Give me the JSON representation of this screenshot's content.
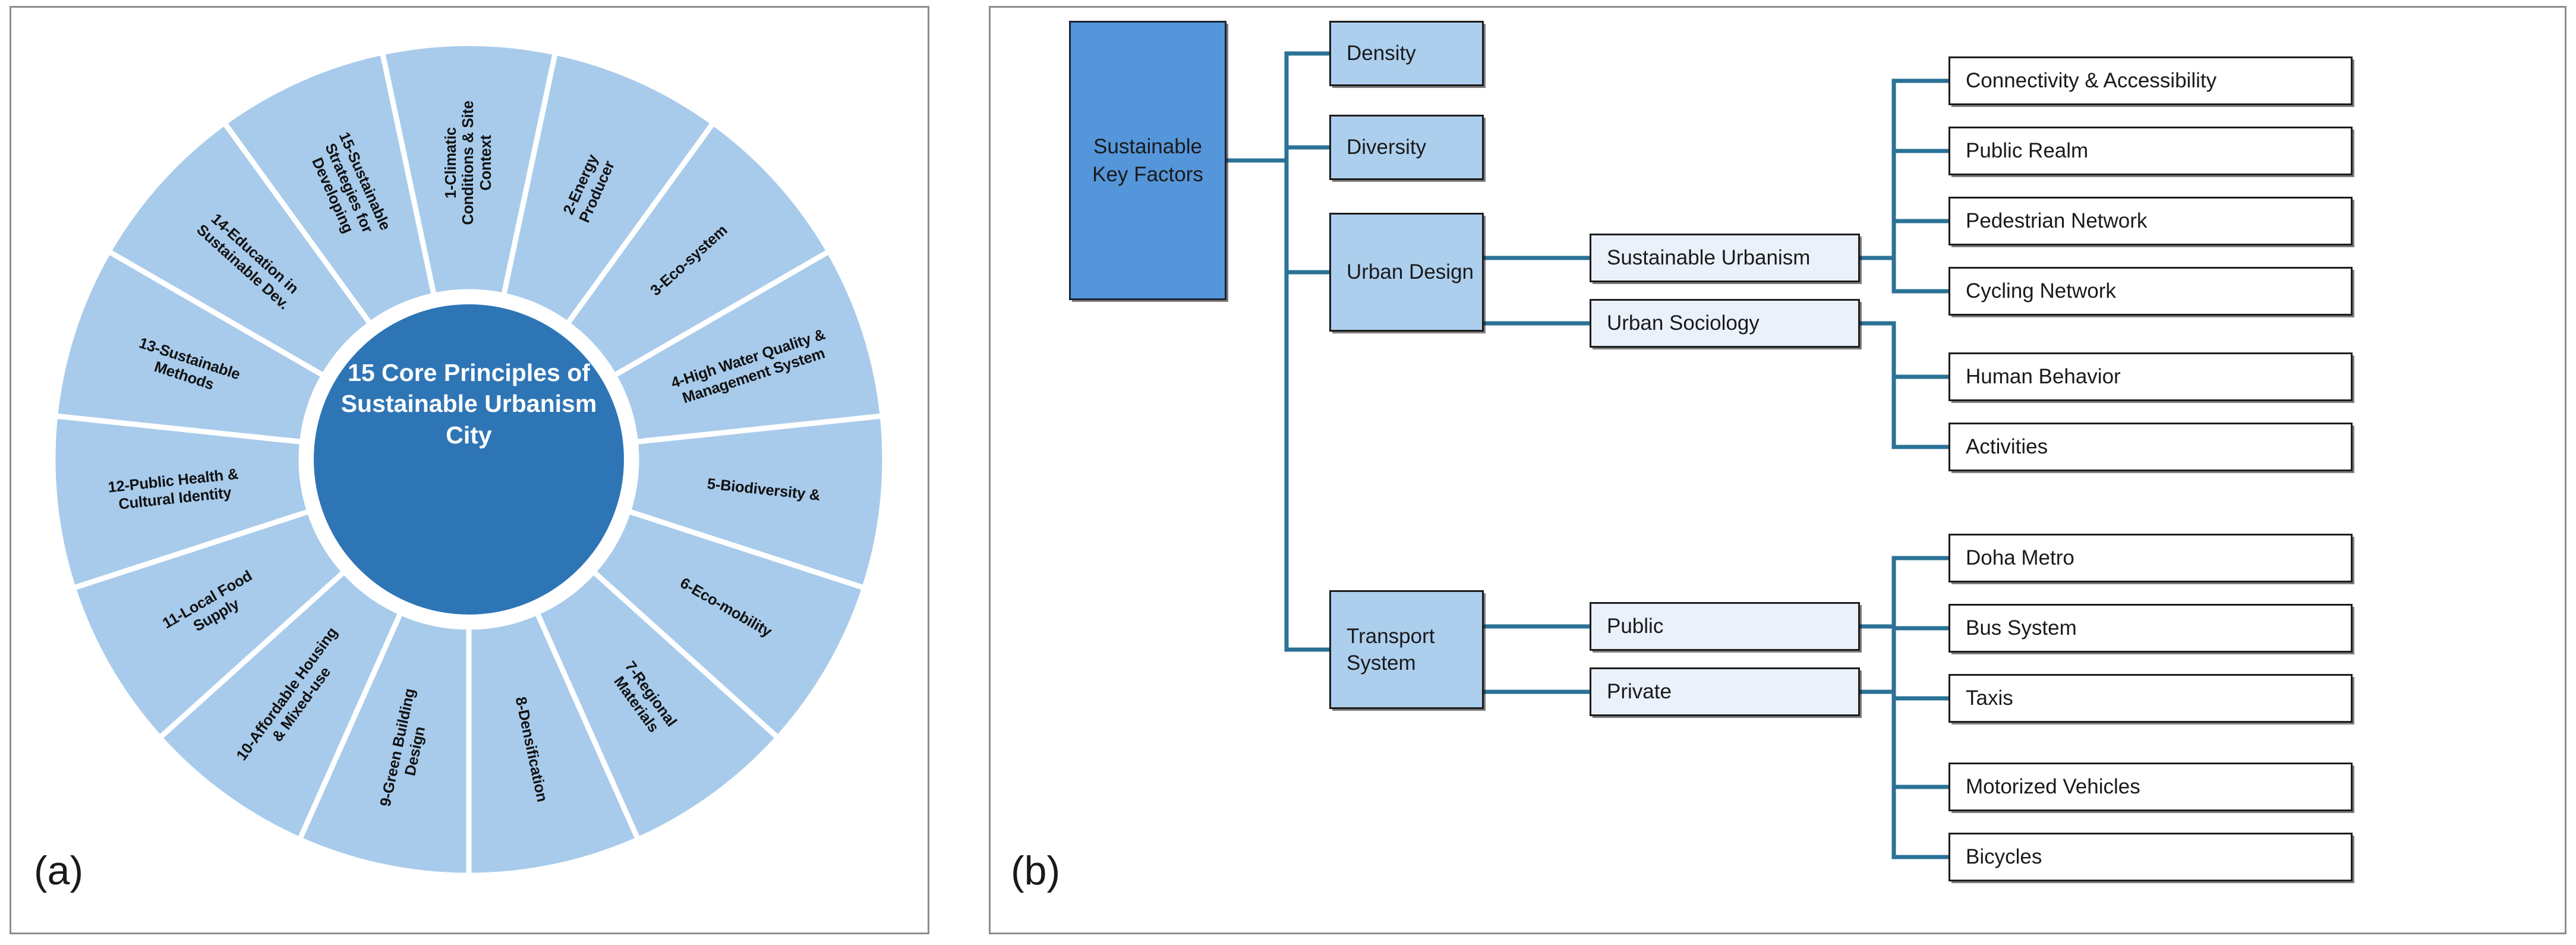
{
  "panels": {
    "a": {
      "label": "(a)"
    },
    "b": {
      "label": "(b)"
    }
  },
  "wheel": {
    "hub_title": "15 Core Principles of\nSustainable Urbanism\nCity",
    "hub_color": "#2e75b6",
    "segment_color": "#a8cbeb",
    "segments": [
      {
        "id": 1,
        "label": "1-Climatic\nConditions & Site\nContext"
      },
      {
        "id": 2,
        "label": "2-Energy\nProducer"
      },
      {
        "id": 3,
        "label": "3-Eco-system"
      },
      {
        "id": 4,
        "label": "4-High Water Quality &\nManagement System"
      },
      {
        "id": 5,
        "label": "5-Biodiversity &"
      },
      {
        "id": 6,
        "label": "6-Eco-mobility"
      },
      {
        "id": 7,
        "label": "7-Regional\nMaterials"
      },
      {
        "id": 8,
        "label": "8-Densification"
      },
      {
        "id": 9,
        "label": "9-Green Building\nDesign"
      },
      {
        "id": 10,
        "label": "10-Affordable Housing\n& Mixed-use"
      },
      {
        "id": 11,
        "label": "11-Local Food\nSupply"
      },
      {
        "id": 12,
        "label": "12-Public Health &\nCultural Identity"
      },
      {
        "id": 13,
        "label": "13-Sustainable\nMethods"
      },
      {
        "id": 14,
        "label": "14-Education in\nSustainable Dev."
      },
      {
        "id": 15,
        "label": "15-Sustainable\nStrategies for\nDeveloping"
      }
    ]
  },
  "tree": {
    "connector_color": "#2b7296",
    "root": {
      "label": "Sustainable\nKey Factors",
      "color": "#5596da"
    },
    "level1": [
      {
        "key": "density",
        "label": "Density"
      },
      {
        "key": "diversity",
        "label": "Diversity"
      },
      {
        "key": "urban_design",
        "label": "Urban Design"
      },
      {
        "key": "transport_system",
        "label": "Transport\nSystem"
      }
    ],
    "level2": [
      {
        "key": "sustainable_urbanism",
        "label": "Sustainable Urbanism"
      },
      {
        "key": "urban_sociology",
        "label": "Urban Sociology"
      },
      {
        "key": "public",
        "label": "Public"
      },
      {
        "key": "private",
        "label": "Private"
      }
    ],
    "level3": [
      {
        "key": "connectivity",
        "label": "Connectivity & Accessibility"
      },
      {
        "key": "public_realm",
        "label": "Public Realm"
      },
      {
        "key": "pedestrian_network",
        "label": "Pedestrian Network"
      },
      {
        "key": "cycling_network",
        "label": "Cycling Network"
      },
      {
        "key": "human_behavior",
        "label": "Human Behavior"
      },
      {
        "key": "activities",
        "label": "Activities"
      },
      {
        "key": "doha_metro",
        "label": "Doha Metro"
      },
      {
        "key": "bus_system",
        "label": "Bus System"
      },
      {
        "key": "taxis",
        "label": "Taxis"
      },
      {
        "key": "motorized_vehicles",
        "label": "Motorized Vehicles"
      },
      {
        "key": "bicycles",
        "label": "Bicycles"
      }
    ]
  }
}
